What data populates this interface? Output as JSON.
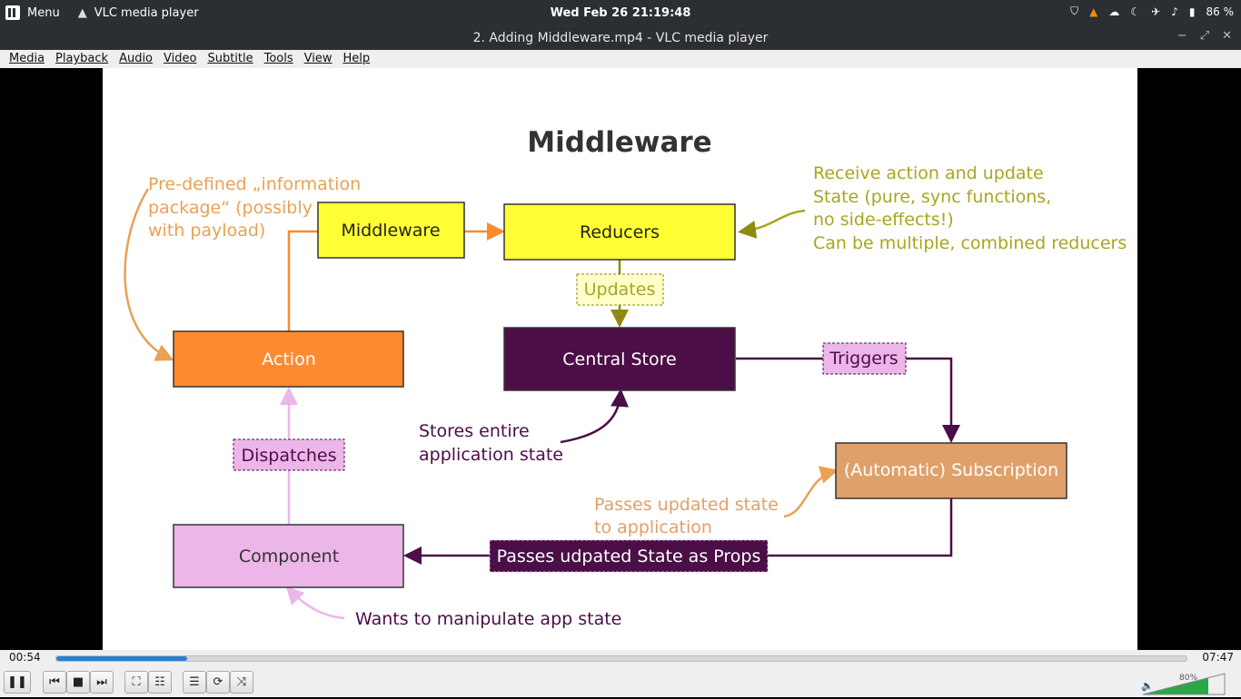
{
  "desktop": {
    "menu_label": "Menu",
    "app_label": "VLC media player",
    "clock": "Wed Feb 26  21:19:48",
    "battery": "86 %"
  },
  "window": {
    "title": "2. Adding  Middleware.mp4 - VLC media player",
    "minimize": "−",
    "restore": "⤢",
    "close": "✕"
  },
  "menu": [
    "Media",
    "Playback",
    "Audio",
    "Video",
    "Subtitle",
    "Tools",
    "View",
    "Help"
  ],
  "slide": {
    "title": "Middleware",
    "boxes": {
      "middleware": "Middleware",
      "reducers": "Reducers",
      "action": "Action",
      "central_store": "Central Store",
      "subscription": "(Automatic) Subscription",
      "component": "Component"
    },
    "labels": {
      "updates": "Updates",
      "triggers": "Triggers",
      "dispatches": "Dispatches",
      "passes_props": "Passes udpated State as Props"
    },
    "notes": {
      "action_note": [
        "Pre-defined „information",
        "package“ (possibly",
        "with payload)"
      ],
      "reducer_note": [
        "Receive action and update",
        "State (pure, sync functions,",
        "no side-effects!)",
        "Can be multiple, combined reducers"
      ],
      "store_note": [
        "Stores entire",
        "application state"
      ],
      "subscription_note": [
        "Passes updated state",
        "to application"
      ],
      "component_note": "Wants to manipulate app state"
    }
  },
  "player": {
    "elapsed": "00:54",
    "total": "07:47",
    "progress": 0.116,
    "volume_label": "80%",
    "volume": 0.8
  },
  "colors": {
    "yellow_box": "#ffff33",
    "orange_box": "#fe8a2f",
    "store_box": "#4b0e47",
    "subscription_box": "#e0a06a",
    "component_box": "#edb6e8",
    "note_orange": "#e9a155",
    "note_olive": "#a8a61f",
    "arrow_olive": "#8e8a11",
    "arrow_purple": "#4b0e47",
    "arrow_pink": "#edb6e8"
  }
}
